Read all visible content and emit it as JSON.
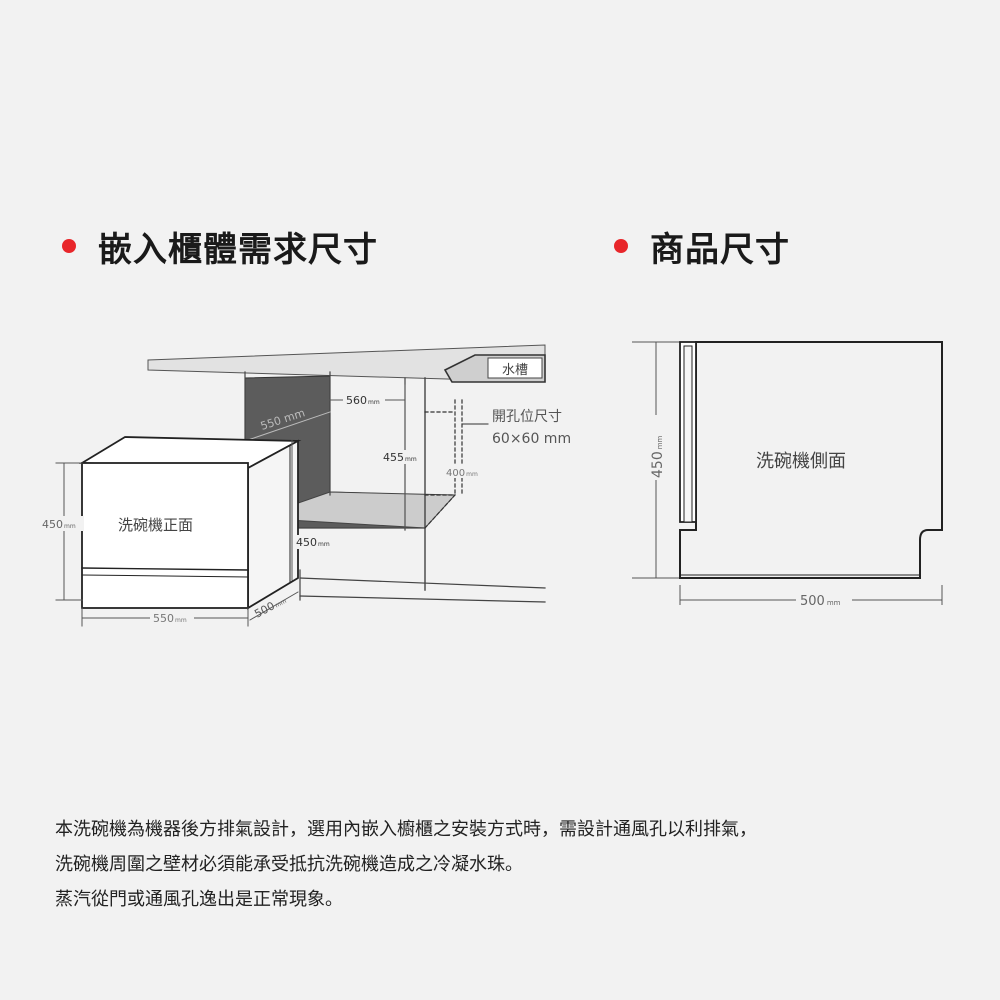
{
  "colors": {
    "background": "#f2f2f2",
    "accent_dot": "#e8262a",
    "line": "#444444",
    "cavity_fill": "#5c5c5c",
    "counter_fill": "#e2e2e2",
    "label": "#777777"
  },
  "icons": {
    "bullet": "red-dot-icon"
  },
  "left_section": {
    "title": "嵌入櫃體需求尺寸",
    "labels": {
      "sink": "水槽",
      "depth_top": "560",
      "depth_top_unit": "mm",
      "inner_depth": "550 mm",
      "hole_title": "開孔位尺寸",
      "hole_size": "60×60 mm",
      "height_455": "455",
      "height_455_unit": "mm",
      "offset_400": "400",
      "offset_400_unit": "mm",
      "front_height": "450",
      "front_height_unit": "mm",
      "front_label": "洗碗機正面",
      "height_450": "450",
      "height_450_unit": "mm",
      "width_550": "550",
      "width_550_unit": "mm",
      "depth_500": "500",
      "depth_500_unit": "mm"
    }
  },
  "right_section": {
    "title": "商品尺寸",
    "labels": {
      "height": "450",
      "height_unit": "mm",
      "side_label": "洗碗機側面",
      "depth": "500",
      "depth_unit": "mm"
    }
  },
  "note": {
    "lines": [
      "本洗碗機為機器後方排氣設計，選用內嵌入櫥櫃之安裝方式時，需設計通風孔以利排氣，",
      "洗碗機周圍之壁材必須能承受抵抗洗碗機造成之冷凝水珠。",
      "蒸汽從門或通風孔逸出是正常現象。"
    ]
  }
}
